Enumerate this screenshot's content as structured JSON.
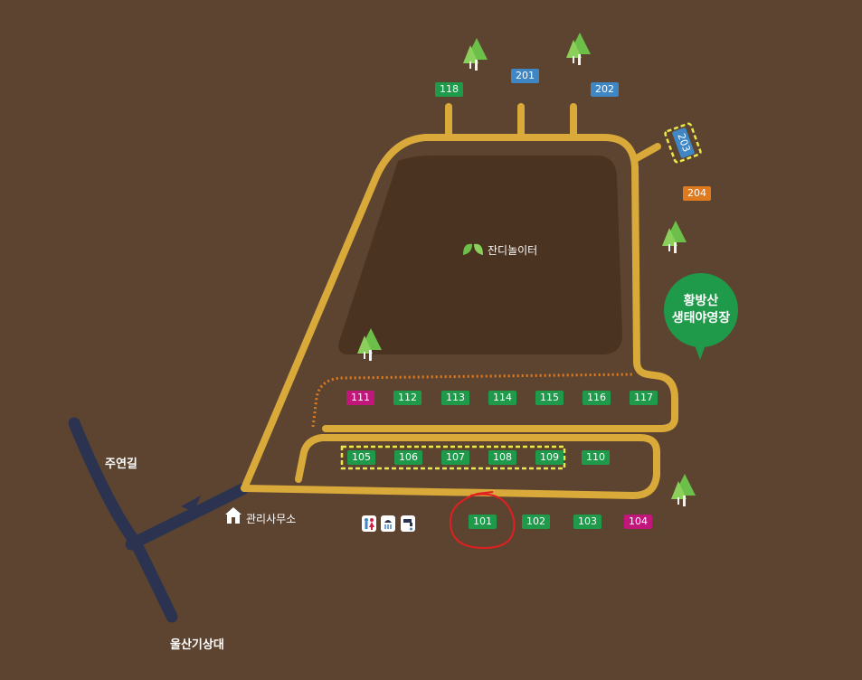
{
  "map": {
    "name_line1": "황방산",
    "name_line2": "생태야영장",
    "lawn_label": "잔디놀이터",
    "office_label": "관리사무소",
    "road_left_label": "주연길",
    "road_bottom_label": "울산기상대"
  },
  "sites": {
    "s118": "118",
    "s201": "201",
    "s202": "202",
    "s203": "203",
    "s204": "204",
    "s111": "111",
    "s112": "112",
    "s113": "113",
    "s114": "114",
    "s115": "115",
    "s116": "116",
    "s117": "117",
    "s105": "105",
    "s106": "106",
    "s107": "107",
    "s108": "108",
    "s109": "109",
    "s110": "110",
    "s101": "101",
    "s102": "102",
    "s103": "103",
    "s104": "104"
  },
  "colors": {
    "background": "#5c4430",
    "path": "#d9a93a",
    "lawn": "#4a3320",
    "highway": "#2b3350",
    "site_green": "#1f9a4a",
    "site_blue": "#3f86c4",
    "site_magenta": "#c2177a",
    "site_orange": "#e07a1f",
    "highlight_dash": "#e8e84a",
    "annotation_circle": "#e02020"
  },
  "icons": {
    "lawn": "leaf-icon",
    "office": "house-icon",
    "facilities": [
      "restroom-icon",
      "shower-icon",
      "water-tap-icon"
    ],
    "trees": "tree-icon"
  }
}
